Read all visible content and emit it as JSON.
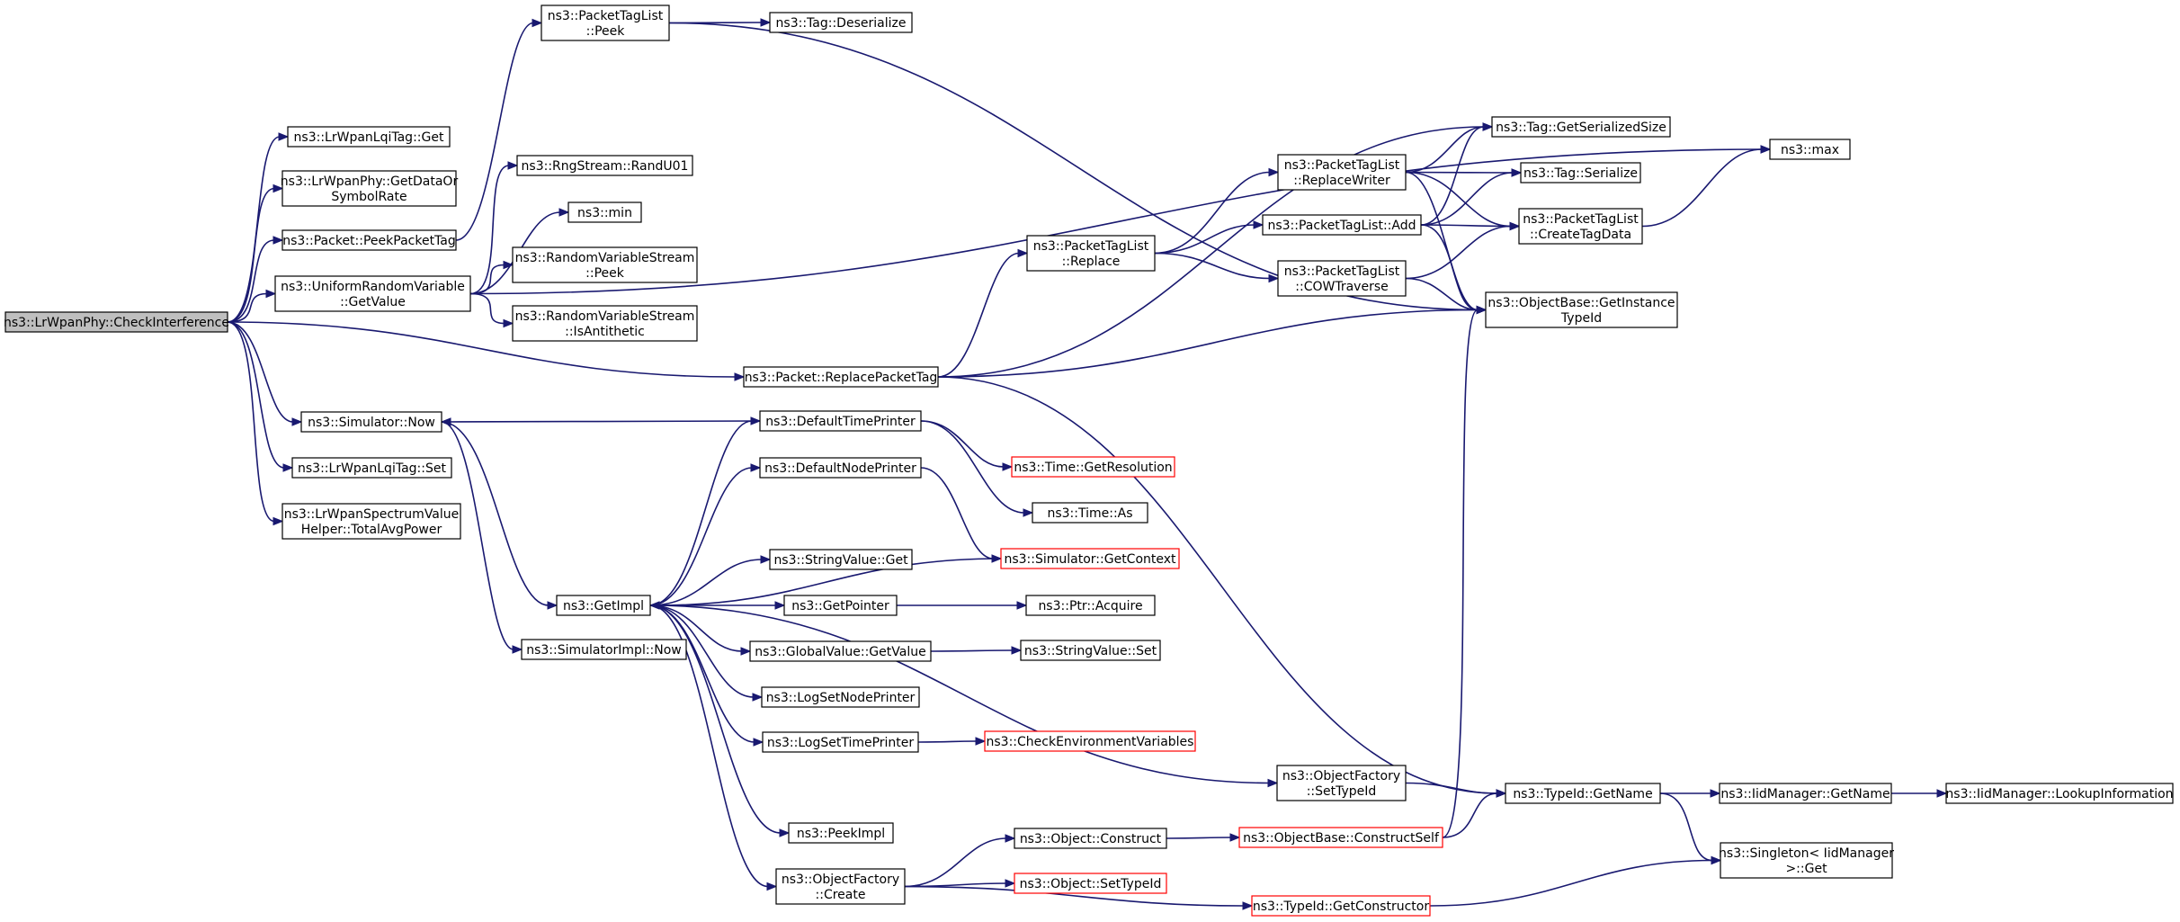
{
  "graph": {
    "nodes": [
      {
        "id": "root",
        "lines": [
          "ns3::LrWpanPhy::CheckInterference"
        ],
        "root": true,
        "truncated": false
      },
      {
        "id": "lqiget",
        "lines": [
          "ns3::LrWpanLqiTag::Get"
        ],
        "truncated": false
      },
      {
        "id": "getdatarate",
        "lines": [
          "ns3::LrWpanPhy::GetDataOr",
          "SymbolRate"
        ],
        "truncated": false
      },
      {
        "id": "peekpackettag",
        "lines": [
          "ns3::Packet::PeekPacketTag"
        ],
        "truncated": false
      },
      {
        "id": "urvgetvalue",
        "lines": [
          "ns3::UniformRandomVariable",
          "::GetValue"
        ],
        "truncated": false
      },
      {
        "id": "simnow",
        "lines": [
          "ns3::Simulator::Now"
        ],
        "truncated": false
      },
      {
        "id": "lqiset",
        "lines": [
          "ns3::LrWpanLqiTag::Set"
        ],
        "truncated": false
      },
      {
        "id": "totalavg",
        "lines": [
          "ns3::LrWpanSpectrumValue",
          "Helper::TotalAvgPower"
        ],
        "truncated": false
      },
      {
        "id": "ptlpeek",
        "lines": [
          "ns3::PacketTagList",
          "::Peek"
        ],
        "truncated": false
      },
      {
        "id": "tagdeser",
        "lines": [
          "ns3::Tag::Deserialize"
        ],
        "truncated": false
      },
      {
        "id": "randu01",
        "lines": [
          "ns3::RngStream::RandU01"
        ],
        "truncated": false
      },
      {
        "id": "min",
        "lines": [
          "ns3::min"
        ],
        "truncated": false
      },
      {
        "id": "rvspeek",
        "lines": [
          "ns3::RandomVariableStream",
          "::Peek"
        ],
        "truncated": false
      },
      {
        "id": "rvsanti",
        "lines": [
          "ns3::RandomVariableStream",
          "::IsAntithetic"
        ],
        "truncated": false
      },
      {
        "id": "replacepackettag",
        "lines": [
          "ns3::Packet::ReplacePacketTag"
        ],
        "truncated": false
      },
      {
        "id": "getimpl",
        "lines": [
          "ns3::GetImpl"
        ],
        "truncated": false
      },
      {
        "id": "simimplnow",
        "lines": [
          "ns3::SimulatorImpl::Now"
        ],
        "truncated": false
      },
      {
        "id": "ptlreplace",
        "lines": [
          "ns3::PacketTagList",
          "::Replace"
        ],
        "truncated": false
      },
      {
        "id": "ptlreplacewriter",
        "lines": [
          "ns3::PacketTagList",
          "::ReplaceWriter"
        ],
        "truncated": false
      },
      {
        "id": "ptladd",
        "lines": [
          "ns3::PacketTagList::Add"
        ],
        "truncated": false
      },
      {
        "id": "ptlcow",
        "lines": [
          "ns3::PacketTagList",
          "::COWTraverse"
        ],
        "truncated": false
      },
      {
        "id": "taggetser",
        "lines": [
          "ns3::Tag::GetSerializedSize"
        ],
        "truncated": false
      },
      {
        "id": "tagser",
        "lines": [
          "ns3::Tag::Serialize"
        ],
        "truncated": false
      },
      {
        "id": "ptlcreate",
        "lines": [
          "ns3::PacketTagList",
          "::CreateTagData"
        ],
        "truncated": false
      },
      {
        "id": "obgetinst",
        "lines": [
          "ns3::ObjectBase::GetInstance",
          "TypeId"
        ],
        "truncated": false
      },
      {
        "id": "max",
        "lines": [
          "ns3::max"
        ],
        "truncated": false
      },
      {
        "id": "deftimeprinter",
        "lines": [
          "ns3::DefaultTimePrinter"
        ],
        "truncated": false
      },
      {
        "id": "defnodeprinter",
        "lines": [
          "ns3::DefaultNodePrinter"
        ],
        "truncated": false
      },
      {
        "id": "stringvalueget",
        "lines": [
          "ns3::StringValue::Get"
        ],
        "truncated": false
      },
      {
        "id": "getpointer",
        "lines": [
          "ns3::GetPointer"
        ],
        "truncated": false
      },
      {
        "id": "globalvalueget",
        "lines": [
          "ns3::GlobalValue::GetValue"
        ],
        "truncated": false
      },
      {
        "id": "logsetnode",
        "lines": [
          "ns3::LogSetNodePrinter"
        ],
        "truncated": false
      },
      {
        "id": "logsettime",
        "lines": [
          "ns3::LogSetTimePrinter"
        ],
        "truncated": false
      },
      {
        "id": "peekimpl",
        "lines": [
          "ns3::PeekImpl"
        ],
        "truncated": false
      },
      {
        "id": "ofcreate",
        "lines": [
          "ns3::ObjectFactory",
          "::Create"
        ],
        "truncated": false
      },
      {
        "id": "timegetres",
        "lines": [
          "ns3::Time::GetResolution"
        ],
        "truncated": true
      },
      {
        "id": "timeas",
        "lines": [
          "ns3::Time::As"
        ],
        "truncated": false
      },
      {
        "id": "simgetctx",
        "lines": [
          "ns3::Simulator::GetContext"
        ],
        "truncated": true
      },
      {
        "id": "ptracquire",
        "lines": [
          "ns3::Ptr::Acquire"
        ],
        "truncated": false
      },
      {
        "id": "stringvalueset",
        "lines": [
          "ns3::StringValue::Set"
        ],
        "truncated": false
      },
      {
        "id": "checkenv",
        "lines": [
          "ns3::CheckEnvironmentVariables"
        ],
        "truncated": true
      },
      {
        "id": "objconstruct",
        "lines": [
          "ns3::Object::Construct"
        ],
        "truncated": false
      },
      {
        "id": "objsettypeid",
        "lines": [
          "ns3::Object::SetTypeId"
        ],
        "truncated": true
      },
      {
        "id": "typeidgetctor",
        "lines": [
          "ns3::TypeId::GetConstructor"
        ],
        "truncated": true
      },
      {
        "id": "ofsettypeid",
        "lines": [
          "ns3::ObjectFactory",
          "::SetTypeId"
        ],
        "truncated": false
      },
      {
        "id": "obconstructself",
        "lines": [
          "ns3::ObjectBase::ConstructSelf"
        ],
        "truncated": true
      },
      {
        "id": "typeidgetname",
        "lines": [
          "ns3::TypeId::GetName"
        ],
        "truncated": false
      },
      {
        "id": "iidgetname",
        "lines": [
          "ns3::IidManager::GetName"
        ],
        "truncated": false
      },
      {
        "id": "iidlookup",
        "lines": [
          "ns3::IidManager::LookupInformation"
        ],
        "truncated": false
      },
      {
        "id": "singleton",
        "lines": [
          "ns3::Singleton< IidManager",
          " >::Get"
        ],
        "truncated": false
      }
    ],
    "edges": [
      [
        "root",
        "lqiget"
      ],
      [
        "root",
        "getdatarate"
      ],
      [
        "root",
        "peekpackettag"
      ],
      [
        "root",
        "urvgetvalue"
      ],
      [
        "root",
        "simnow"
      ],
      [
        "root",
        "lqiset"
      ],
      [
        "root",
        "totalavg"
      ],
      [
        "root",
        "replacepackettag"
      ],
      [
        "peekpackettag",
        "ptlpeek"
      ],
      [
        "ptlpeek",
        "tagdeser"
      ],
      [
        "ptlpeek",
        "obgetinst"
      ],
      [
        "urvgetvalue",
        "randu01"
      ],
      [
        "urvgetvalue",
        "min"
      ],
      [
        "urvgetvalue",
        "rvspeek"
      ],
      [
        "urvgetvalue",
        "rvsanti"
      ],
      [
        "urvgetvalue",
        "max"
      ],
      [
        "simnow",
        "getimpl"
      ],
      [
        "simnow",
        "simimplnow"
      ],
      [
        "replacepackettag",
        "ptlreplace"
      ],
      [
        "replacepackettag",
        "taggetser"
      ],
      [
        "replacepackettag",
        "obgetinst"
      ],
      [
        "replacepackettag",
        "typeidgetname"
      ],
      [
        "ptlreplace",
        "ptlreplacewriter"
      ],
      [
        "ptlreplace",
        "ptladd"
      ],
      [
        "ptlreplace",
        "ptlcow"
      ],
      [
        "ptlreplacewriter",
        "taggetser"
      ],
      [
        "ptlreplacewriter",
        "tagser"
      ],
      [
        "ptlreplacewriter",
        "ptlcreate"
      ],
      [
        "ptlreplacewriter",
        "obgetinst"
      ],
      [
        "ptladd",
        "taggetser"
      ],
      [
        "ptladd",
        "tagser"
      ],
      [
        "ptladd",
        "ptlcreate"
      ],
      [
        "ptladd",
        "obgetinst"
      ],
      [
        "ptlcow",
        "ptlcreate"
      ],
      [
        "ptlcow",
        "obgetinst"
      ],
      [
        "ptlcreate",
        "max"
      ],
      [
        "getimpl",
        "deftimeprinter"
      ],
      [
        "getimpl",
        "defnodeprinter"
      ],
      [
        "getimpl",
        "stringvalueget"
      ],
      [
        "getimpl",
        "getpointer"
      ],
      [
        "getimpl",
        "globalvalueget"
      ],
      [
        "getimpl",
        "logsetnode"
      ],
      [
        "getimpl",
        "logsettime"
      ],
      [
        "getimpl",
        "peekimpl"
      ],
      [
        "getimpl",
        "ofcreate"
      ],
      [
        "getimpl",
        "ofsettypeid"
      ],
      [
        "deftimeprinter",
        "simnow"
      ],
      [
        "deftimeprinter",
        "timegetres"
      ],
      [
        "deftimeprinter",
        "timeas"
      ],
      [
        "defnodeprinter",
        "simgetctx"
      ],
      [
        "simgetctx",
        "getimpl"
      ],
      [
        "getpointer",
        "ptracquire"
      ],
      [
        "globalvalueget",
        "stringvalueset"
      ],
      [
        "logsettime",
        "checkenv"
      ],
      [
        "ofcreate",
        "objconstruct"
      ],
      [
        "ofcreate",
        "objsettypeid"
      ],
      [
        "ofcreate",
        "typeidgetctor"
      ],
      [
        "objconstruct",
        "obconstructself"
      ],
      [
        "obconstructself",
        "obgetinst"
      ],
      [
        "obconstructself",
        "typeidgetname"
      ],
      [
        "ofsettypeid",
        "typeidgetname"
      ],
      [
        "typeidgetname",
        "iidgetname"
      ],
      [
        "typeidgetname",
        "singleton"
      ],
      [
        "iidgetname",
        "iidlookup"
      ],
      [
        "typeidgetctor",
        "singleton"
      ]
    ]
  }
}
